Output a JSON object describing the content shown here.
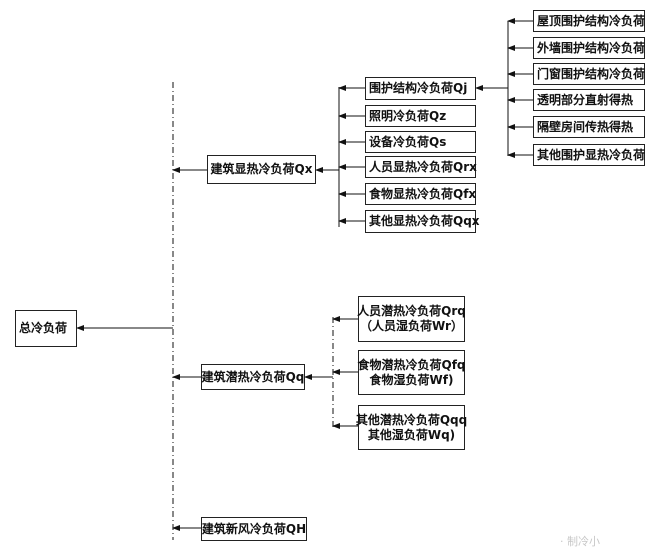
{
  "root": {
    "label": "总冷负荷"
  },
  "level1": {
    "sensible": "建筑显热冷负荷Qx",
    "latent": "建筑潜热冷负荷Qq",
    "fresh_air": "建筑新风冷负荷QH"
  },
  "sensible_items": {
    "envelope": "围护结构冷负荷Qj",
    "lighting": "照明冷负荷Qz",
    "equipment": "设备冷负荷Qs",
    "people": "人员显热冷负荷Qrx",
    "food": "食物显热冷负荷Qfx",
    "other": "其他显热冷负荷Qqx"
  },
  "envelope_items": {
    "roof": "屋顶围护结构冷负荷",
    "wall": "外墙围护结构冷负荷",
    "window": "门窗围护结构冷负荷",
    "solar": "透明部分直射得热",
    "partition": "隔壁房间传热得热",
    "other": "其他围护显热冷负荷"
  },
  "latent_items": {
    "people": {
      "line1": "人员潜热冷负荷Qrq",
      "line2": "（人员湿负荷Wr）"
    },
    "food": {
      "line1": "食物潜热冷负荷Qfq",
      "line2": "食物湿负荷Wf)"
    },
    "other": {
      "line1": "其他潜热冷负荷Qqq",
      "line2": "其他湿负荷Wq)"
    }
  },
  "watermark": "· 制冷小"
}
